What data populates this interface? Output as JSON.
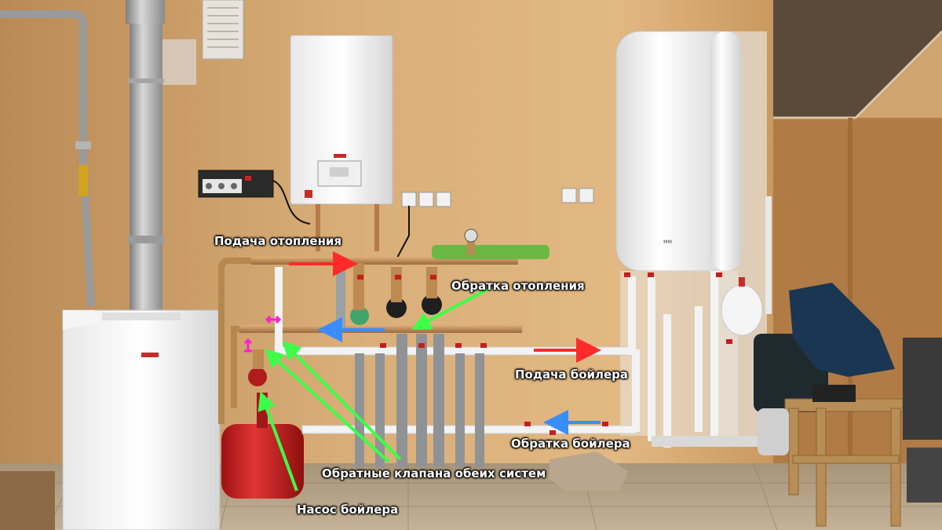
{
  "labels": {
    "heating_supply": "Подача отопления",
    "heating_return": "Обратка отопления",
    "boiler_supply": "Подача бойлера",
    "boiler_return": "Обратка бойлера",
    "check_valves": "Обратные клапана обеих систем",
    "boiler_pump": "Насос бойлера"
  },
  "colors": {
    "supply_arrow": "#ff2a2a",
    "return_arrow": "#3a8dff",
    "pointer_arrow": "#3cff4a",
    "marker": "#ff1fd2",
    "wall": "#cfa46e",
    "floor": "#b9a48a"
  }
}
